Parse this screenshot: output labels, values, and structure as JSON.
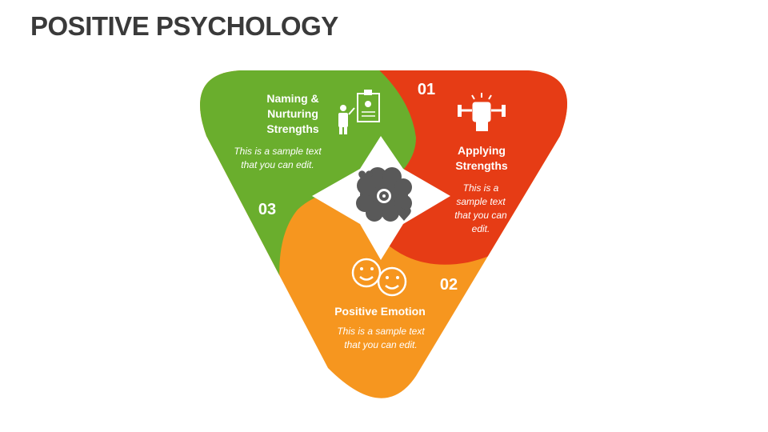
{
  "title": "POSITIVE PSYCHOLOGY",
  "colors": {
    "red": "#E63C15",
    "green": "#6AAE2D",
    "orange": "#F6961F",
    "star": "#FFFFFF",
    "icon_dark": "#595959",
    "title_text": "#3A3A3A"
  },
  "center_icon": "brain-with-hearts-icon",
  "segments": [
    {
      "number": "01",
      "heading": "Applying Strengths",
      "body": "This is a sample text that you can edit.",
      "icon": "fist-dumbbells-icon",
      "color": "#E63C15"
    },
    {
      "number": "02",
      "heading": "Positive Emotion",
      "body": "This is a sample text that you can edit.",
      "icon": "two-smiling-faces-icon",
      "color": "#F6961F"
    },
    {
      "number": "03",
      "heading": "Naming & Nurturing Strengths",
      "body": "This is a sample text that you can edit.",
      "icon": "person-presenting-id-card-icon",
      "color": "#6AAE2D"
    }
  ]
}
